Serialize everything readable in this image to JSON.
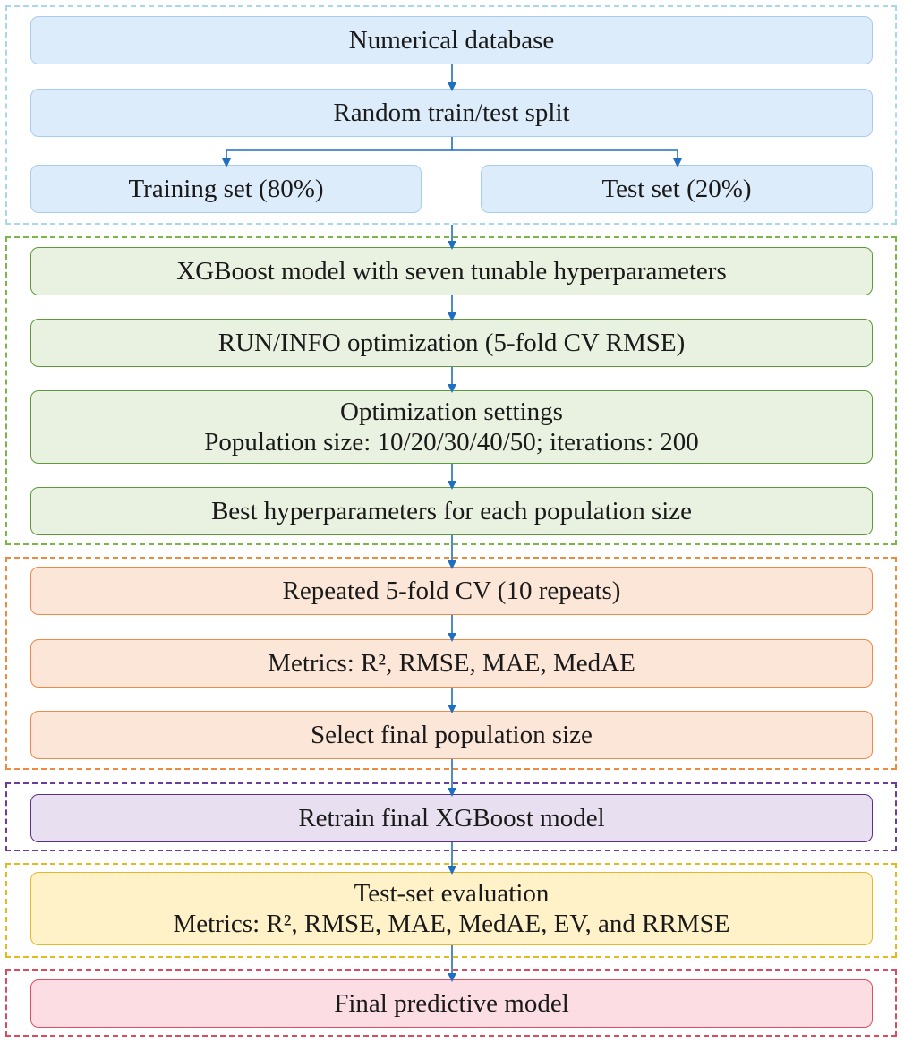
{
  "nodes": {
    "numerical_database": "Numerical database",
    "random_split": "Random train/test split",
    "training_set": "Training set (80%)",
    "test_set": "Test set (20%)",
    "xgboost_model": "XGBoost model with seven tunable hyperparameters",
    "run_info_optimization": "RUN/INFO optimization (5-fold CV RMSE)",
    "optimization_settings": {
      "title": "Optimization settings",
      "detail": "Population size: 10/20/30/40/50; iterations: 200"
    },
    "best_hyperparameters": "Best hyperparameters for each population size",
    "repeated_cv": "Repeated 5-fold CV (10 repeats)",
    "cv_metrics": "Metrics: R², RMSE, MAE, MedAE",
    "select_population": "Select final population size",
    "retrain_model": "Retrain final XGBoost model",
    "test_evaluation": {
      "title": "Test-set evaluation",
      "detail": "Metrics: R², RMSE, MAE, MedAE, EV, and RRMSE"
    },
    "final_model": "Final predictive model"
  },
  "colors": {
    "arrow": "#1f6fc0",
    "data_group": "#a9d8ee",
    "model_group": "#7ab648",
    "cv_group": "#ee8a3c",
    "retrain_group": "#6a3d9a",
    "test_group": "#e6b91e",
    "final_group": "#dc4b5d"
  }
}
